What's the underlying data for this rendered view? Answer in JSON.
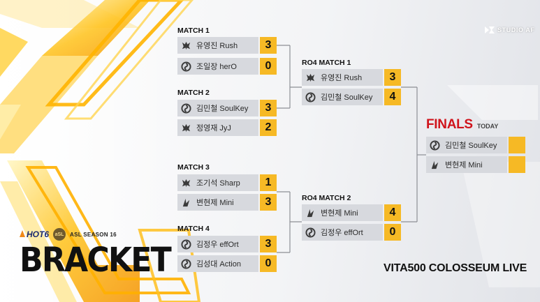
{
  "brand": {
    "name": "STUDIO AF"
  },
  "colors": {
    "accent": "#f6b925",
    "finals": "#d0141c",
    "plate": "#d7d9de"
  },
  "matches": {
    "m1": {
      "title": "MATCH 1",
      "p1": {
        "race": "terran",
        "name": "유영진 Rush",
        "score": "3"
      },
      "p2": {
        "race": "zerg",
        "name": "조일장 herO",
        "score": "0"
      }
    },
    "m2": {
      "title": "MATCH 2",
      "p1": {
        "race": "zerg",
        "name": "김민철 SoulKey",
        "score": "3"
      },
      "p2": {
        "race": "terran",
        "name": "정영재 JyJ",
        "score": "2"
      }
    },
    "m3": {
      "title": "MATCH 3",
      "p1": {
        "race": "terran",
        "name": "조기석 Sharp",
        "score": "1"
      },
      "p2": {
        "race": "protoss",
        "name": "변현제 Mini",
        "score": "3"
      }
    },
    "m4": {
      "title": "MATCH 4",
      "p1": {
        "race": "zerg",
        "name": "김정우 effOrt",
        "score": "3"
      },
      "p2": {
        "race": "zerg",
        "name": "김성대 Action",
        "score": "0"
      }
    },
    "ro4_1": {
      "title": "RO4 MATCH 1",
      "p1": {
        "race": "terran",
        "name": "유영진 Rush",
        "score": "3"
      },
      "p2": {
        "race": "zerg",
        "name": "김민철 SoulKey",
        "score": "4"
      }
    },
    "ro4_2": {
      "title": "RO4 MATCH 2",
      "p1": {
        "race": "protoss",
        "name": "변현제 Mini",
        "score": "4"
      },
      "p2": {
        "race": "zerg",
        "name": "김정우 effOrt",
        "score": "0"
      }
    },
    "finals": {
      "title": "FINALS",
      "subtitle": "TODAY",
      "p1": {
        "race": "zerg",
        "name": "김민철 SoulKey",
        "score": ""
      },
      "p2": {
        "race": "protoss",
        "name": "변현제 Mini",
        "score": ""
      }
    }
  },
  "sponsors": {
    "drink": "HOT6",
    "league_badge": "aSL",
    "season": "ASL SEASON 16"
  },
  "page_title": "BRACKET",
  "broadcast": "VITA500 COLOSSEUM LIVE"
}
